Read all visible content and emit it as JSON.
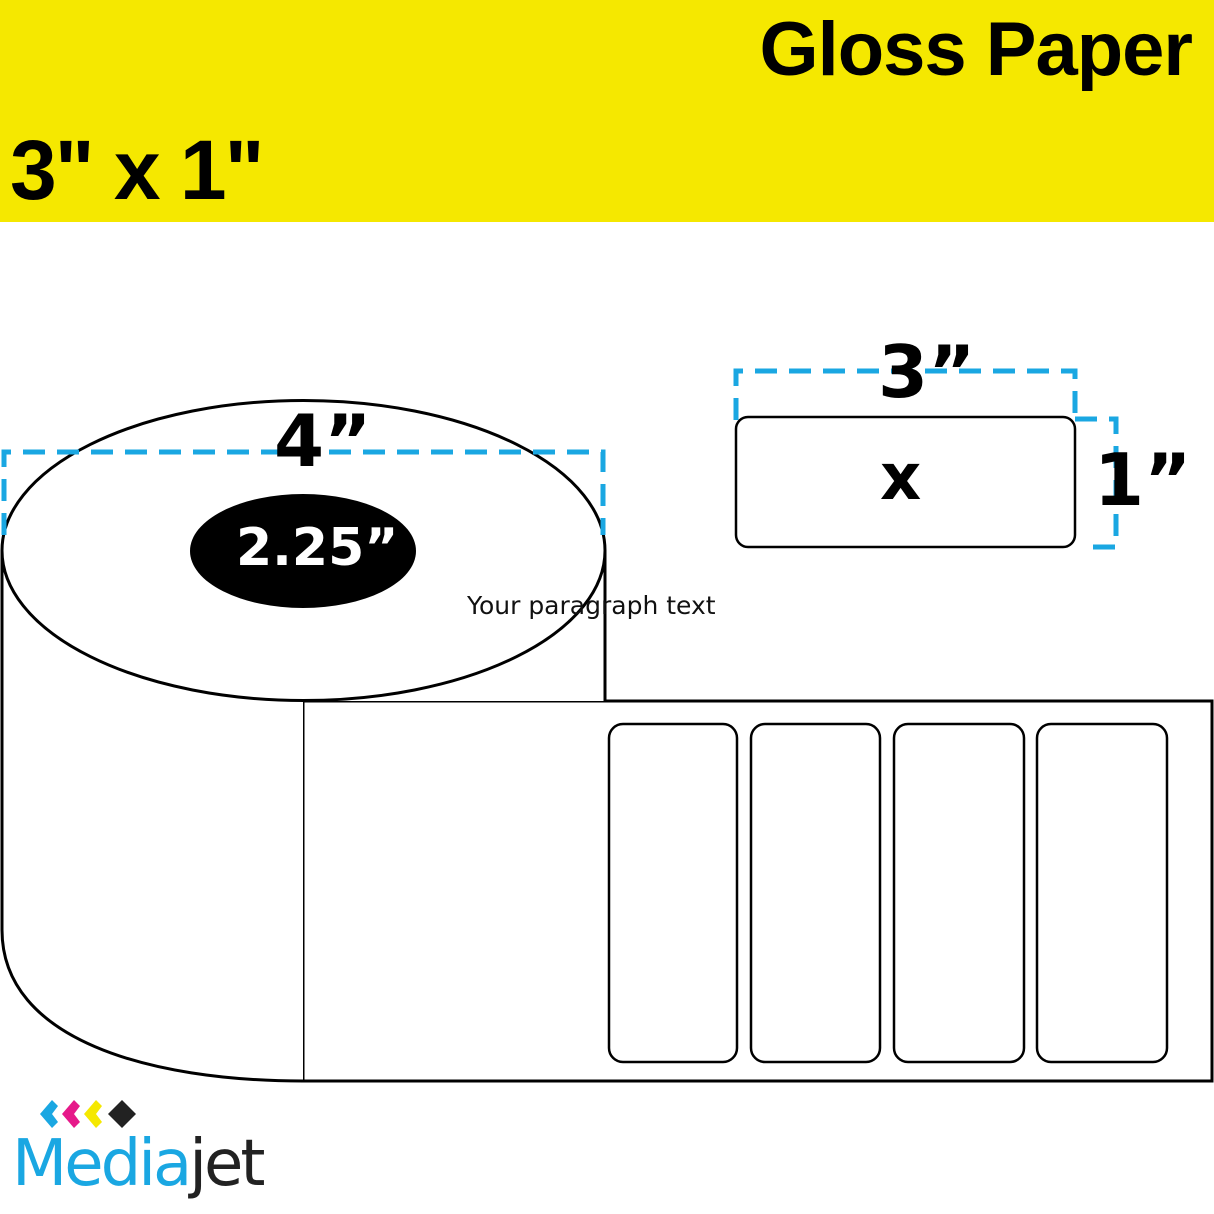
{
  "banner": {
    "background": "#f5e800",
    "title": "Gloss Paper",
    "size": "3\" x 1\""
  },
  "roll": {
    "outer_diameter_label": "4”",
    "core_diameter_label": "2.25”",
    "label_count_visible": 4
  },
  "label_detail": {
    "width_label": "3”",
    "height_label": "1”",
    "separator": "x"
  },
  "placeholder_text": "Your paragraph text",
  "brand": {
    "name_part1": "Media",
    "name_part2": "jet",
    "colors": {
      "cyan": "#1aa7e2",
      "magenta": "#e6198a",
      "yellow": "#f5e800",
      "black": "#222222"
    }
  },
  "dimension_line_color": "#1aa7e2"
}
